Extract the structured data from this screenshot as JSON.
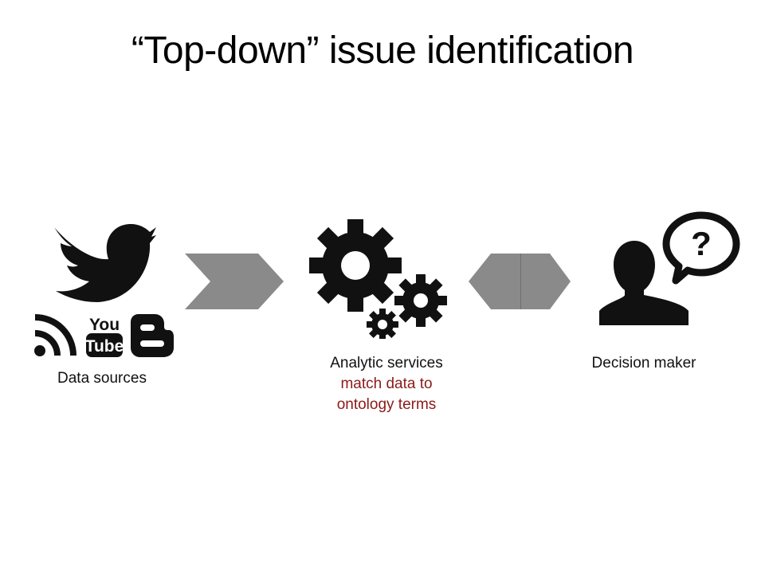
{
  "slide": {
    "title": "“Top-down” issue identification"
  },
  "sources": {
    "label": "Data sources",
    "icons": [
      "twitter-bird-icon",
      "rss-feed-icon",
      "youtube-logo-icon",
      "blogger-logo-icon"
    ],
    "youtube_logo_text": [
      "You",
      "Tube"
    ]
  },
  "analytics": {
    "label": "Analytic services",
    "detail_line1": "match data to",
    "detail_line2": "ontology terms",
    "icon": "gears-icon"
  },
  "decision": {
    "label": "Decision maker",
    "icon": "person-question-icon",
    "bubble_glyph": "?"
  },
  "colors": {
    "arrow_gray": "#8a8a8a",
    "icon_black": "#111111",
    "accent_red": "#8b1a1a"
  }
}
